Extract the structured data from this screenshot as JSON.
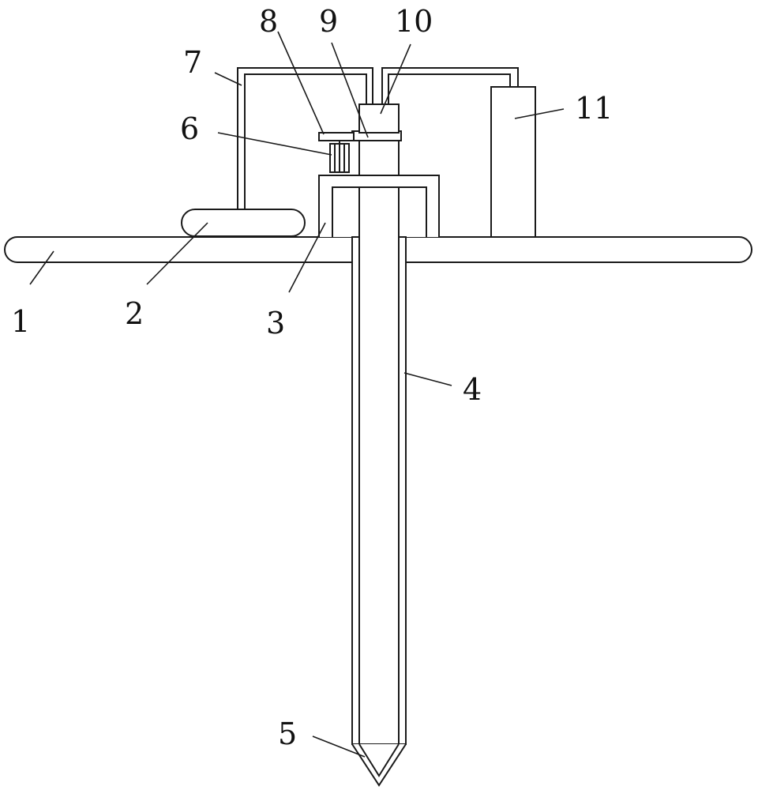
{
  "diagram": {
    "labels": {
      "l1": "1",
      "l2": "2",
      "l3": "3",
      "l4": "4",
      "l5": "5",
      "l6": "6",
      "l7": "7",
      "l8": "8",
      "l9": "9",
      "l10": "10",
      "l11": "11"
    },
    "colors": {
      "line": "#1a1a1a",
      "background": "#ffffff"
    }
  }
}
